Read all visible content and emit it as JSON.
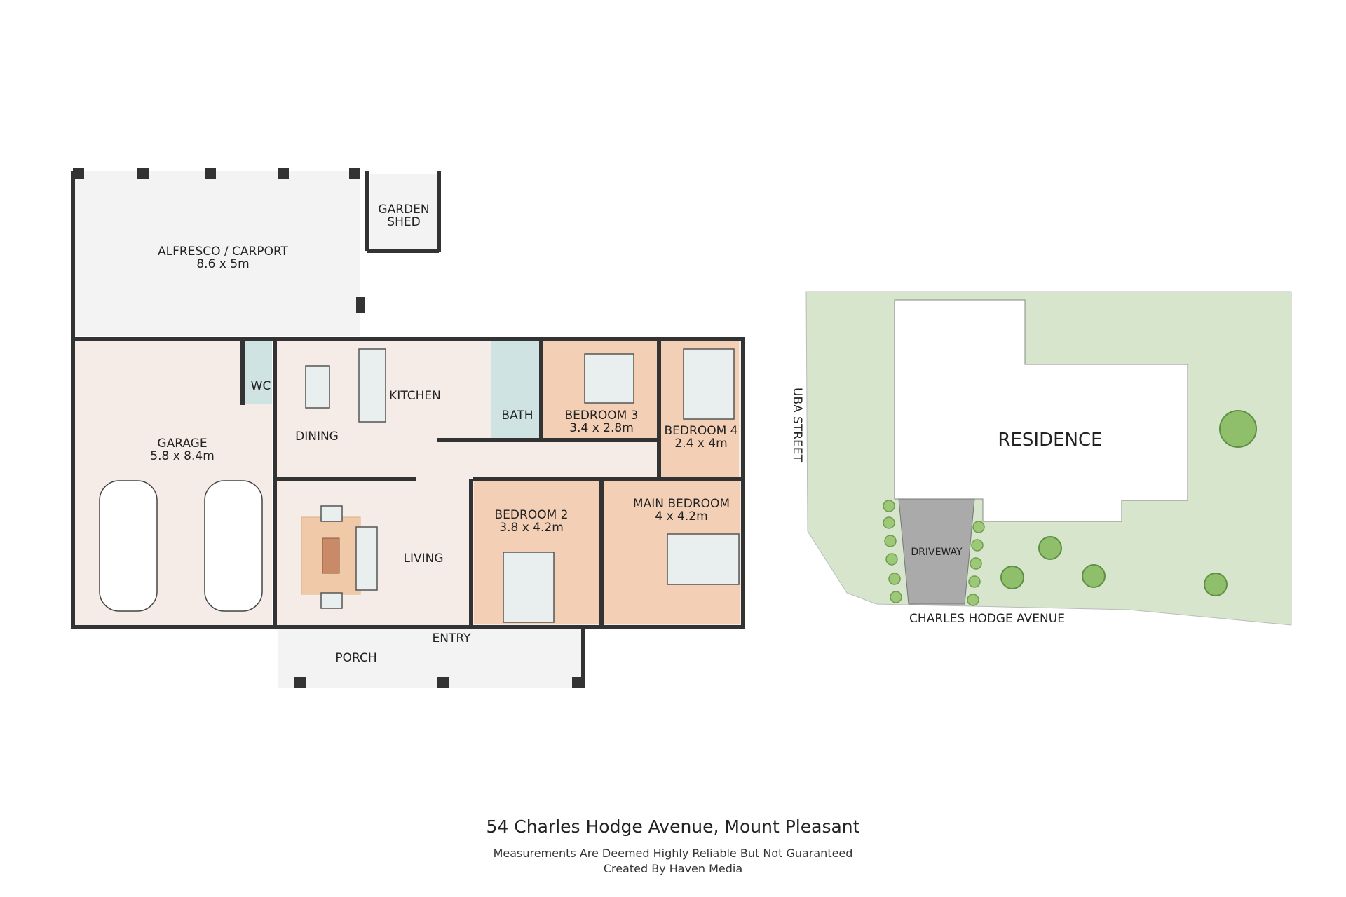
{
  "plan": {
    "rooms": {
      "alfresco": {
        "name": "ALFRESCO / CARPORT",
        "size": "8.6 x 5m"
      },
      "garden_shed": {
        "line1": "GARDEN",
        "line2": "SHED"
      },
      "garage": {
        "name": "GARAGE",
        "size": "5.8 x 8.4m"
      },
      "wc": {
        "name": "WC"
      },
      "dining": {
        "name": "DINING"
      },
      "kitchen": {
        "name": "KITCHEN"
      },
      "bath": {
        "name": "BATH"
      },
      "bedroom3": {
        "name": "BEDROOM 3",
        "size": "3.4 x 2.8m"
      },
      "bedroom4": {
        "name": "BEDROOM 4",
        "size": "2.4 x 4m"
      },
      "living": {
        "name": "LIVING"
      },
      "bedroom2": {
        "name": "BEDROOM 2",
        "size": "3.8 x 4.2m"
      },
      "main_bedroom": {
        "name": "MAIN BEDROOM",
        "size": "4 x 4.2m"
      },
      "entry": {
        "name": "ENTRY"
      },
      "porch": {
        "name": "PORCH"
      }
    },
    "colors": {
      "outdoor": "#f3f3f3",
      "interior": "#f5ebe7",
      "bedroom": "#f2cfb5",
      "bath": "#cfe3e3",
      "wall": "#333333",
      "lawn": "#d6e5cc",
      "residence": "#ffffff",
      "driveway": "#aaaaaa"
    }
  },
  "site": {
    "residence": "RESIDENCE",
    "driveway": "DRIVEWAY",
    "uba_street": "UBA STREET",
    "charles_hodge": "CHARLES HODGE AVENUE"
  },
  "footer": {
    "address": "54 Charles Hodge Avenue, Mount Pleasant",
    "disclaimer": "Measurements Are Deemed Highly Reliable But Not Guaranteed",
    "credit": "Created By Haven Media"
  }
}
